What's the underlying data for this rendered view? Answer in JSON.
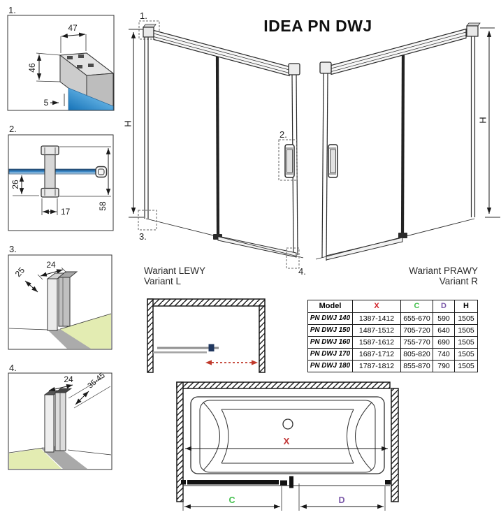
{
  "title": "IDEA PN DWJ",
  "details": {
    "d1": {
      "label": "1.",
      "width": "47",
      "height": "46",
      "gap": "5"
    },
    "d2": {
      "label": "2.",
      "depth": "26",
      "width": "17",
      "height": "58"
    },
    "d3": {
      "label": "3.",
      "depth": "25",
      "width": "24"
    },
    "d4": {
      "label": "4.",
      "width": "24",
      "range": "35-45"
    }
  },
  "views": {
    "left": {
      "caption_pl": "Wariant LEWY",
      "caption_en": "Variant L",
      "height_label": "H",
      "marker_top": "1.",
      "marker_handle": "2.",
      "marker_wall_bottom": "3.",
      "marker_door_bottom": "4."
    },
    "right": {
      "caption_pl": "Wariant PRAWY",
      "caption_en": "Variant R",
      "height_label": "H"
    }
  },
  "table": {
    "headers": [
      {
        "label": "Model",
        "color": "#1a1a1a"
      },
      {
        "label": "X",
        "color": "#d2232a"
      },
      {
        "label": "C",
        "color": "#42bf4c"
      },
      {
        "label": "D",
        "color": "#7a58a8"
      },
      {
        "label": "H",
        "color": "#1a1a1a"
      }
    ],
    "rows": [
      {
        "model": "PN DWJ 140",
        "x": "1387-1412",
        "c": "655-670",
        "d": "590",
        "h": "1505"
      },
      {
        "model": "PN DWJ 150",
        "x": "1487-1512",
        "c": "705-720",
        "d": "640",
        "h": "1505"
      },
      {
        "model": "PN DWJ 160",
        "x": "1587-1612",
        "c": "755-770",
        "d": "690",
        "h": "1505"
      },
      {
        "model": "PN DWJ 170",
        "x": "1687-1712",
        "c": "805-820",
        "d": "740",
        "h": "1505"
      },
      {
        "model": "PN DWJ 180",
        "x": "1787-1812",
        "c": "855-870",
        "d": "790",
        "h": "1505"
      }
    ]
  },
  "plan_bottom": {
    "x_label": "X",
    "c_label": "C",
    "d_label": "D"
  },
  "colors": {
    "dim_red": "#d2232a",
    "dim_green": "#42bf4c",
    "dim_purple": "#7a58a8",
    "glass_blue": "#2e7fc0",
    "floor_green": "#e3ecb2",
    "arrow_red": "#c0392b",
    "handle_navy": "#20375f"
  }
}
